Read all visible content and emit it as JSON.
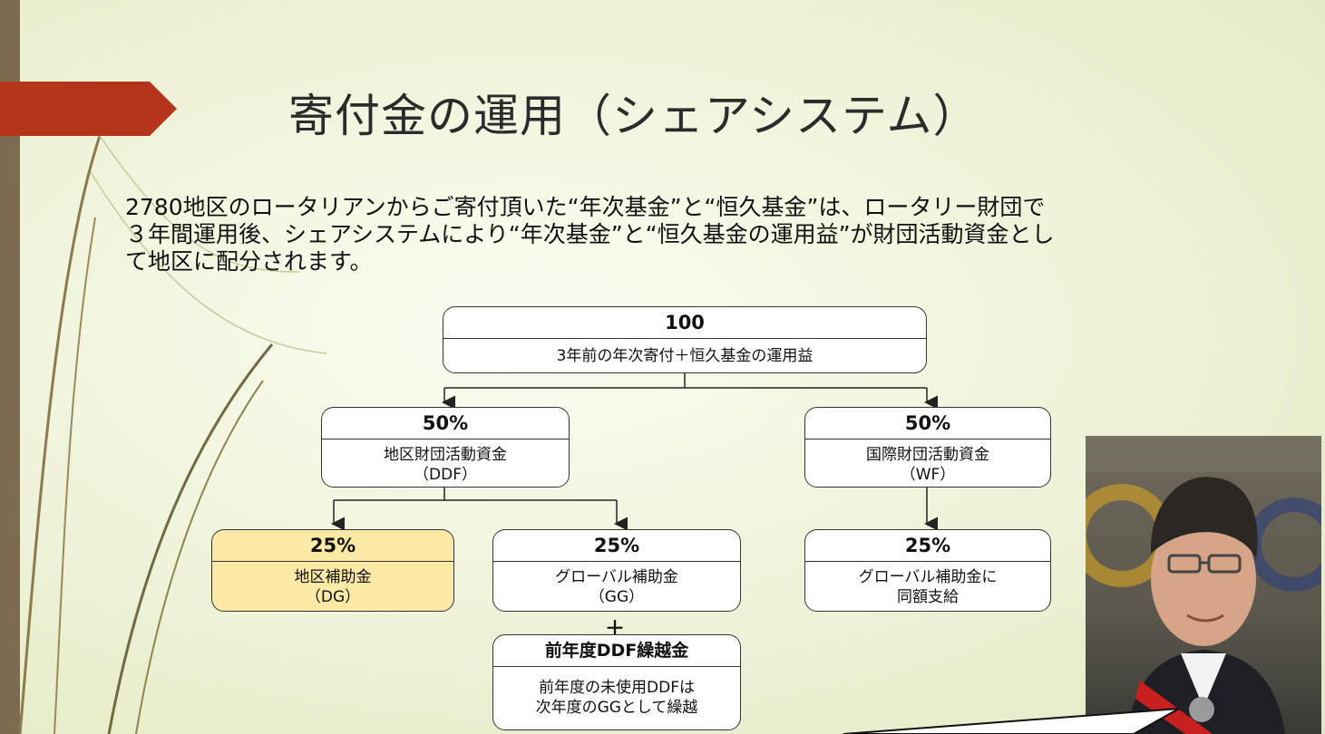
{
  "slide": {
    "title": "寄付金の運用（シェアシステム）",
    "description_lines": [
      "2780地区のロータリアンからご寄付頂いた“年次基金”と“恒久基金”は、ロータリー財団で",
      "３年間運用後、シェアシステムにより“年次基金”と“恒久基金の運用益”が財団活動資金とし",
      "て地区に配分されます。"
    ]
  },
  "diagram": {
    "top": {
      "head": "100",
      "body": "3年前の年次寄付＋恒久基金の運用益"
    },
    "ddf": {
      "head": "50%",
      "line1": "地区財団活動資金",
      "line2": "（DDF）"
    },
    "wf": {
      "head": "50%",
      "line1": "国際財団活動資金",
      "line2": "（WF）"
    },
    "dg": {
      "head": "25%",
      "line1": "地区補助金",
      "line2": "（DG）"
    },
    "gg": {
      "head": "25%",
      "line1": "グローバル補助金",
      "line2": "（GG）"
    },
    "wf_gg": {
      "head": "25%",
      "line1": "グローバル補助金に",
      "line2": "同額支給"
    },
    "plus": "＋",
    "carryover": {
      "head": "前年度DDF繰越金",
      "line1": "前年度の未使用DDFは",
      "line2": "次年度のGGとして繰越"
    }
  },
  "colors": {
    "accent": "#b5341c",
    "sidebar": "#7d6b4f",
    "highlight": "#fde9a6"
  }
}
